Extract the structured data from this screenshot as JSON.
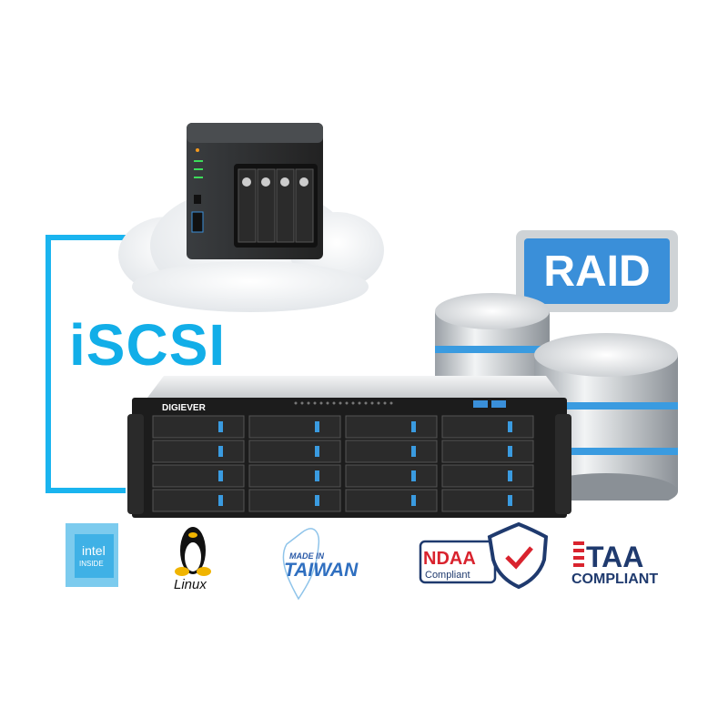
{
  "labels": {
    "protocol": "iSCSI",
    "raid": "RAID",
    "brand": "DIGIEVER"
  },
  "logos": {
    "intel": {
      "line1": "intel",
      "line2": "INSIDE"
    },
    "linux": {
      "text": "Linux"
    },
    "taiwan": {
      "line1": "MADE IN",
      "line2": "TAIWAN"
    },
    "ndaa": {
      "line1": "NDAA",
      "line2": "Compliant"
    },
    "taa": {
      "line1": "TAA",
      "line2": "COMPLIANT"
    }
  },
  "colors": {
    "accent": "#1ab4ef",
    "raid_blue": "#3a8fd9",
    "ndaa_red": "#d9232e",
    "navy": "#1f3a6e"
  }
}
